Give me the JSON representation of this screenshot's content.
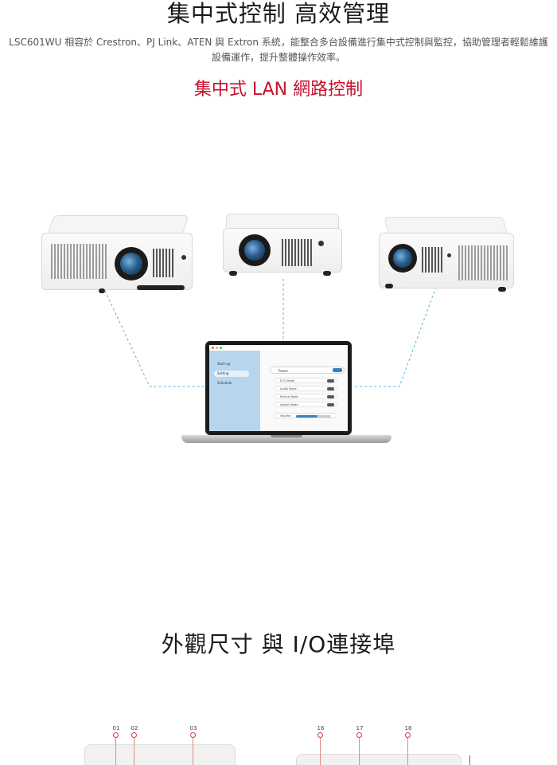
{
  "header": {
    "title": "集中式控制 高效管理",
    "description": "LSC601WU 相容於 Crestron、PJ Link、ATEN 與 Extron 系統，能整合多台設備進行集中式控制與監控，協助管理者輕鬆維護設備運作，提升整體操作效率。",
    "subtitle": "集中式 LAN 網路控制"
  },
  "laptop_ui": {
    "menu": [
      "Start-up",
      "Setting",
      "Schedule"
    ],
    "selected_menu": "Setting",
    "power_label": "Power",
    "options": [
      "ECO Mode",
      "Audio Mode",
      "Picture Mode",
      "Aspect Mode"
    ],
    "volume_label": "Volume"
  },
  "section2": {
    "title": "外觀尺寸 與 I/O連接埠",
    "callouts": [
      "01",
      "02",
      "03",
      "16",
      "17",
      "18"
    ]
  },
  "colors": {
    "accent_red": "#c8102e",
    "connector_line": "#5fb0d6",
    "callout_red": "#d23a3a"
  }
}
